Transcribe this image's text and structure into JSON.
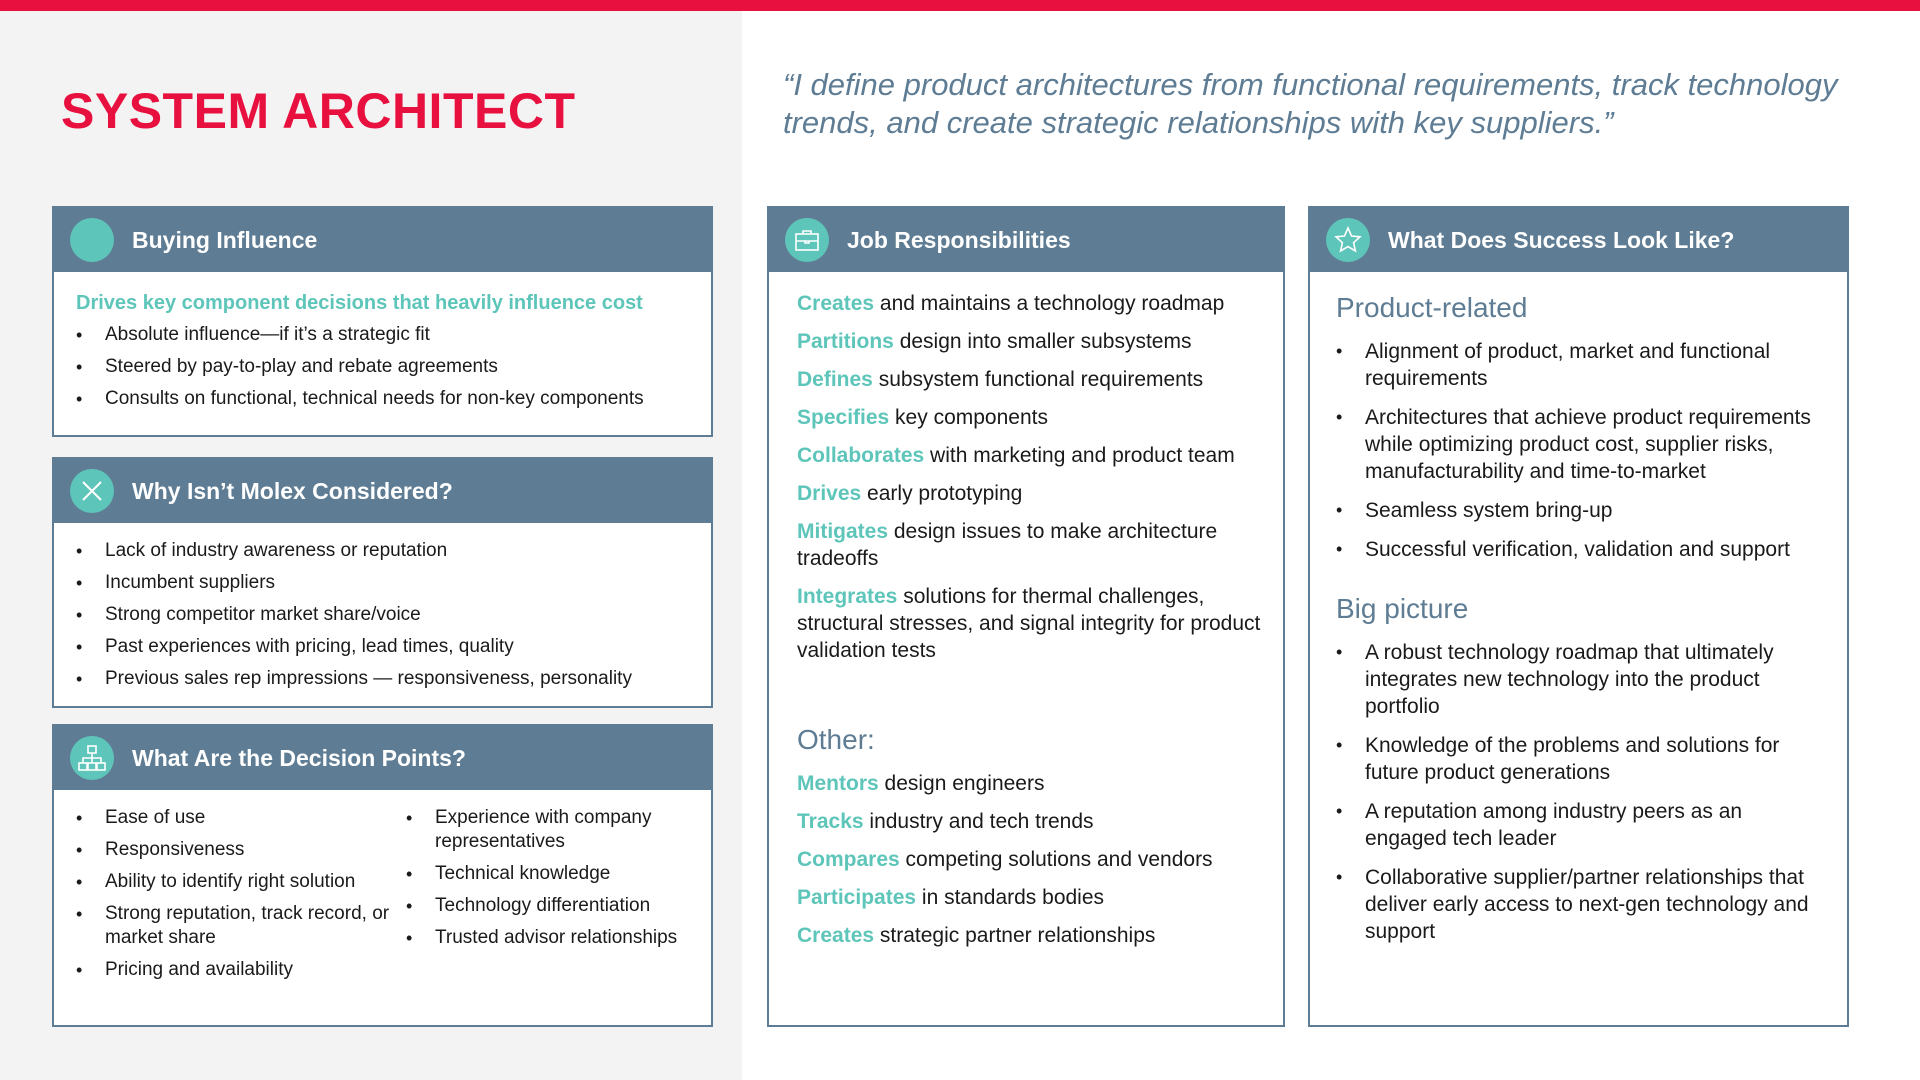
{
  "title": "SYSTEM ARCHITECT",
  "quote": "“I define product architectures from functional requirements, track technology trends, and create strategic relationships with key suppliers.”",
  "colors": {
    "accent_red": "#e8103e",
    "slate": "#5e7c93",
    "teal": "#5dc5b9"
  },
  "buying": {
    "title": "Buying Influence",
    "icon": "circle-icon",
    "lead": "Drives key component decisions that heavily influence cost",
    "items": [
      "Absolute influence—if it’s a strategic fit",
      "Steered by pay-to-play and rebate agreements",
      "Consults on functional, technical needs for non-key components"
    ]
  },
  "why": {
    "title": "Why Isn’t Molex Considered?",
    "icon": "x-icon",
    "items": [
      "Lack of industry awareness or reputation",
      "Incumbent suppliers",
      "Strong competitor market share/voice",
      "Past experiences with pricing, lead times, quality",
      "Previous sales rep impressions — responsiveness, personality"
    ]
  },
  "decision": {
    "title": "What Are the Decision Points?",
    "icon": "hierarchy-icon",
    "col1": [
      "Ease of use",
      "Responsiveness",
      "Ability to identify right solution",
      "Strong reputation, track record, or market share",
      "Pricing and availability"
    ],
    "col2": [
      "Experience with company representatives",
      "Technical knowledge",
      "Technology differentiation",
      "Trusted advisor relationships"
    ]
  },
  "job": {
    "title": "Job Responsibilities",
    "icon": "briefcase-icon",
    "items": [
      {
        "verb": "Creates",
        "rest": " and maintains a technology roadmap"
      },
      {
        "verb": "Partitions",
        "rest": " design into smaller subsystems"
      },
      {
        "verb": "Defines",
        "rest": " subsystem functional requirements"
      },
      {
        "verb": "Specifies",
        "rest": " key components"
      },
      {
        "verb": "Collaborates",
        "rest": " with marketing and product team"
      },
      {
        "verb": "Drives",
        "rest": " early prototyping"
      },
      {
        "verb": "Mitigates",
        "rest": " design issues to make architecture tradeoffs"
      },
      {
        "verb": "Integrates",
        "rest": " solutions for thermal challenges, structural stresses, and signal integrity for product validation tests"
      }
    ],
    "other_title": "Other:",
    "other_items": [
      {
        "verb": "Mentors",
        "rest": " design engineers"
      },
      {
        "verb": "Tracks",
        "rest": " industry and tech trends"
      },
      {
        "verb": "Compares",
        "rest": " competing solutions and vendors"
      },
      {
        "verb": "Participates",
        "rest": " in standards bodies"
      },
      {
        "verb": "Creates",
        "rest": " strategic partner relationships"
      }
    ]
  },
  "success": {
    "title": "What Does Success Look Like?",
    "icon": "star-icon",
    "product_title": "Product-related",
    "product_items": [
      "Alignment of product, market and functional requirements",
      "Architectures that achieve product requirements while optimizing product cost, supplier risks, manufacturability and time-to-market",
      "Seamless system bring-up",
      "Successful verification, validation and support"
    ],
    "big_title": "Big picture",
    "big_items": [
      "A robust technology roadmap that ultimately integrates new technology into the product portfolio",
      "Knowledge of the problems and solutions for future product generations",
      "A reputation among industry peers as an engaged tech leader",
      "Collaborative supplier/partner relationships that deliver early access to next-gen technology and support"
    ]
  }
}
